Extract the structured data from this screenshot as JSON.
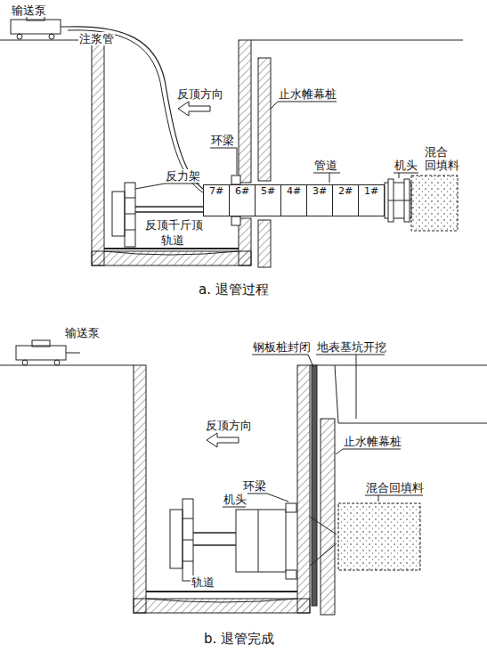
{
  "diagram": {
    "nodes": [
      {
        "text": [
          "7#"
        ]
      },
      {
        "text": [
          "6#"
        ]
      },
      {
        "text": [
          "5#"
        ]
      },
      {
        "text": [
          "4#"
        ]
      },
      {
        "text": [
          "3#"
        ]
      },
      {
        "text": [
          "2#"
        ]
      },
      {
        "text": [
          "1#"
        ]
      }
    ],
    "labels": [
      "输送泵",
      "注浆管",
      "反顶方向",
      "止水帷幕桩",
      "环梁",
      "反力架",
      "反顶千斤顶",
      "轨道",
      "管道",
      "机头",
      "混合 回填料",
      "a. 退管过程",
      "输送泵",
      "钢板桩封闭",
      "地表基坑开挖",
      "反顶方向",
      "止水帷幕桩",
      "环梁",
      "机头",
      "混合回填料",
      "轨道",
      "b. 退管完成"
    ]
  }
}
